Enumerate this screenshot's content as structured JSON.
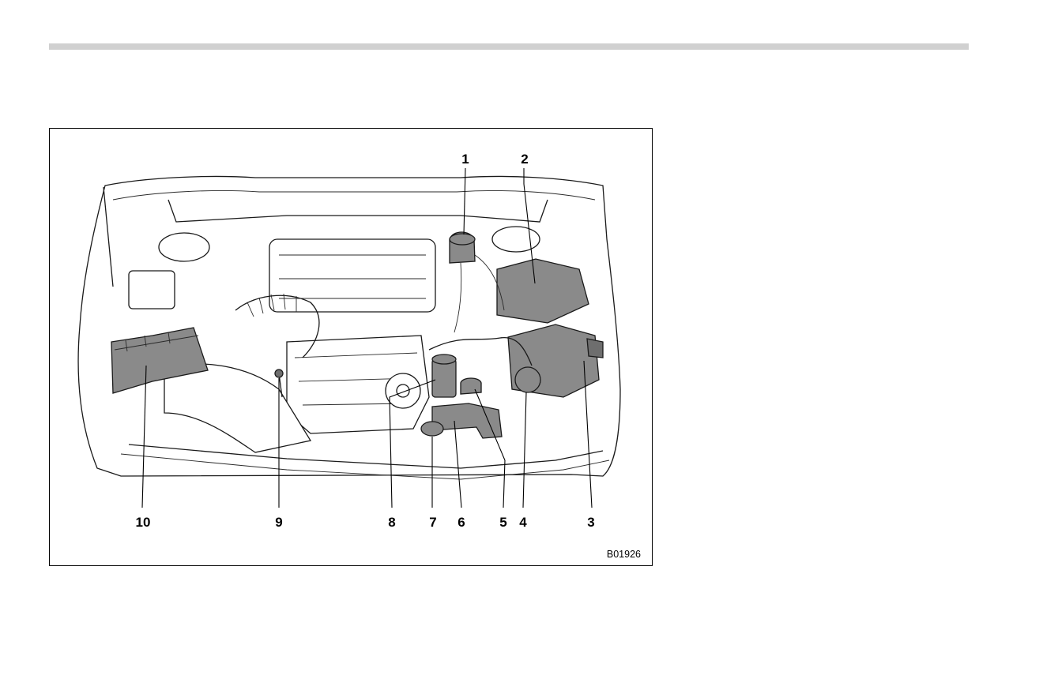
{
  "figure": {
    "code": "B01926",
    "callouts": [
      {
        "id": "callout-1",
        "label": "1"
      },
      {
        "id": "callout-2",
        "label": "2"
      },
      {
        "id": "callout-3",
        "label": "3"
      },
      {
        "id": "callout-4",
        "label": "4"
      },
      {
        "id": "callout-5",
        "label": "5"
      },
      {
        "id": "callout-6",
        "label": "6"
      },
      {
        "id": "callout-7",
        "label": "7"
      },
      {
        "id": "callout-8",
        "label": "8"
      },
      {
        "id": "callout-9",
        "label": "9"
      },
      {
        "id": "callout-10",
        "label": "10"
      }
    ]
  },
  "colors": {
    "rule": "#d0d0d0",
    "frame": "#000000",
    "highlight_part": "#8a8a8a"
  }
}
